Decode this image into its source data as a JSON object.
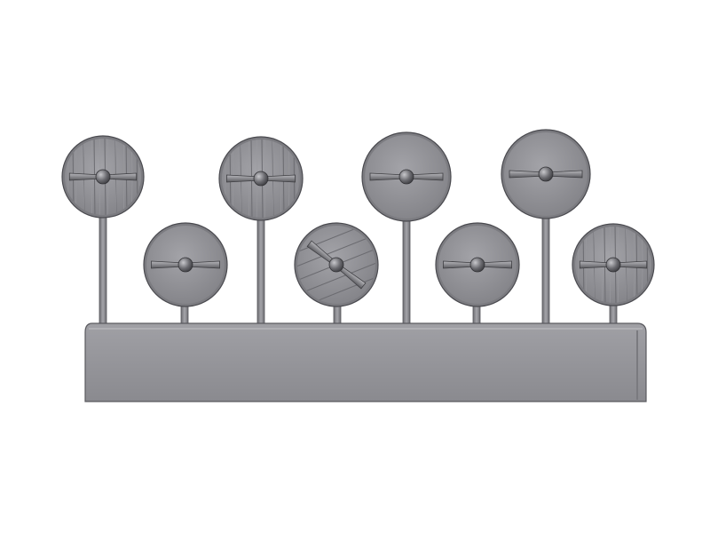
{
  "colors": {
    "background": "#ffffff",
    "plastic_body": "#8e8e93",
    "plastic_light": "#b0b0b5",
    "plastic_dark": "#5e5e63",
    "outline": "#4a4a4f"
  },
  "model": {
    "description_visible_text": "",
    "shields": [
      {
        "surface": "planked",
        "boss": "horizontal-grip"
      },
      {
        "surface": "plain",
        "boss": "horizontal-grip"
      },
      {
        "surface": "planked",
        "boss": "horizontal-grip"
      },
      {
        "surface": "diagonal-planked",
        "boss": "diagonal-grip"
      },
      {
        "surface": "plain",
        "boss": "horizontal-grip"
      },
      {
        "surface": "plain",
        "boss": "horizontal-grip"
      },
      {
        "surface": "plain",
        "boss": "horizontal-grip"
      },
      {
        "surface": "planked",
        "boss": "horizontal-grip"
      }
    ],
    "shield_count": 8
  }
}
